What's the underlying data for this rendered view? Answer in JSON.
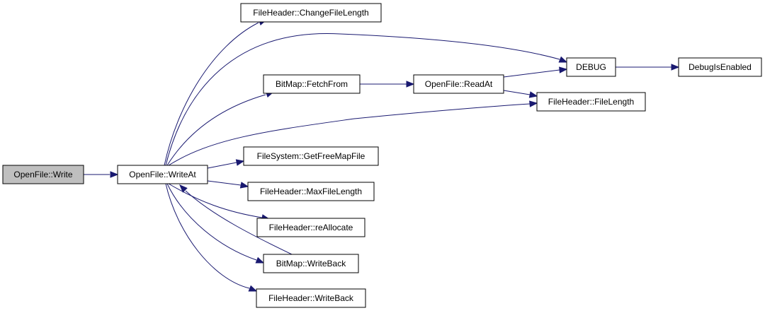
{
  "diagram": {
    "type": "call-graph",
    "node_fill": "#ffffff",
    "root_fill": "#bfbfbf",
    "edge_color": "#191970",
    "nodes": [
      {
        "id": "write",
        "label": "OpenFile::Write"
      },
      {
        "id": "writeat",
        "label": "OpenFile::WriteAt"
      },
      {
        "id": "changelen",
        "label": "FileHeader::ChangeFileLength"
      },
      {
        "id": "debug",
        "label": "DEBUG"
      },
      {
        "id": "dbgenabled",
        "label": "DebugIsEnabled"
      },
      {
        "id": "fetchfrom",
        "label": "BitMap::FetchFrom"
      },
      {
        "id": "readat",
        "label": "OpenFile::ReadAt"
      },
      {
        "id": "filelength",
        "label": "FileHeader::FileLength"
      },
      {
        "id": "getfreemap",
        "label": "FileSystem::GetFreeMapFile"
      },
      {
        "id": "maxlen",
        "label": "FileHeader::MaxFileLength"
      },
      {
        "id": "realloc",
        "label": "FileHeader::reAllocate"
      },
      {
        "id": "bmwriteback",
        "label": "BitMap::WriteBack"
      },
      {
        "id": "fhwriteback",
        "label": "FileHeader::WriteBack"
      }
    ],
    "edges": [
      {
        "from": "write",
        "to": "writeat"
      },
      {
        "from": "writeat",
        "to": "changelen"
      },
      {
        "from": "writeat",
        "to": "debug"
      },
      {
        "from": "writeat",
        "to": "fetchfrom"
      },
      {
        "from": "writeat",
        "to": "filelength"
      },
      {
        "from": "writeat",
        "to": "getfreemap"
      },
      {
        "from": "writeat",
        "to": "maxlen"
      },
      {
        "from": "writeat",
        "to": "realloc"
      },
      {
        "from": "writeat",
        "to": "bmwriteback"
      },
      {
        "from": "writeat",
        "to": "fhwriteback"
      },
      {
        "from": "bmwriteback",
        "to": "writeat"
      },
      {
        "from": "fetchfrom",
        "to": "readat"
      },
      {
        "from": "readat",
        "to": "debug"
      },
      {
        "from": "readat",
        "to": "filelength"
      },
      {
        "from": "debug",
        "to": "dbgenabled"
      }
    ]
  }
}
